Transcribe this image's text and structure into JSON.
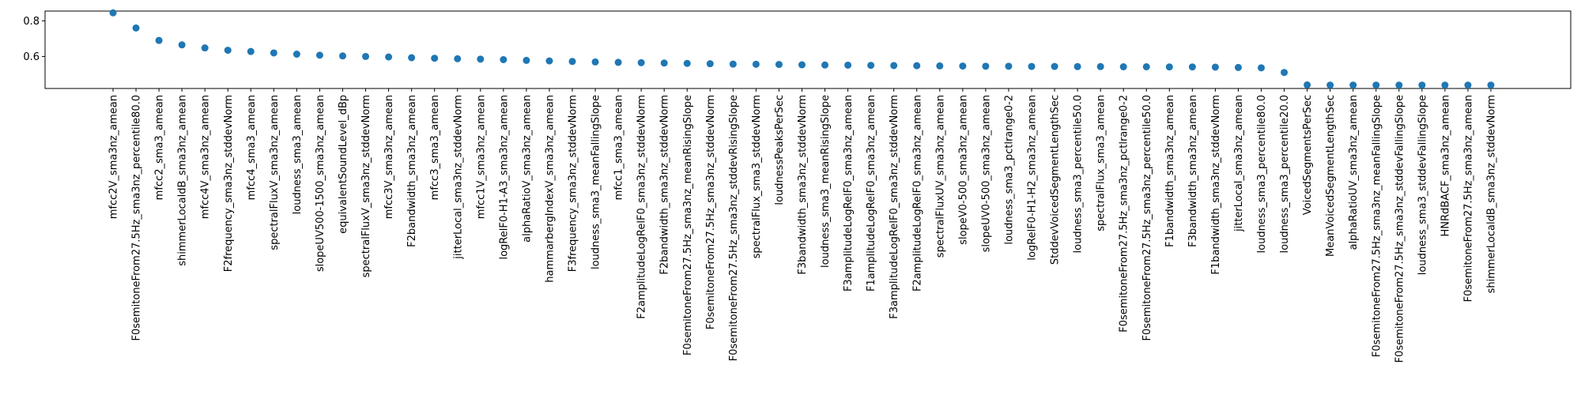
{
  "chart_data": {
    "type": "scatter",
    "title": "",
    "xlabel": "",
    "ylabel": "",
    "ylim": [
      0.42,
      0.855
    ],
    "yticks": [
      0.6,
      0.8
    ],
    "ytick_labels": [
      "0.6",
      "0.8"
    ],
    "grid": false,
    "marker_color": "#1f77b4",
    "categories": [
      "mfcc2V_sma3nz_amean",
      "F0semitoneFrom27.5Hz_sma3nz_percentile80.0",
      "mfcc2_sma3_amean",
      "shimmerLocaldB_sma3nz_amean",
      "mfcc4V_sma3nz_amean",
      "F2frequency_sma3nz_stddevNorm",
      "mfcc4_sma3_amean",
      "spectralFluxV_sma3nz_amean",
      "loudness_sma3_amean",
      "slopeUV500-1500_sma3nz_amean",
      "equivalentSoundLevel_dBp",
      "spectralFluxV_sma3nz_stddevNorm",
      "mfcc3V_sma3nz_amean",
      "F2bandwidth_sma3nz_amean",
      "mfcc3_sma3_amean",
      "jitterLocal_sma3nz_stddevNorm",
      "mfcc1V_sma3nz_amean",
      "logRelF0-H1-A3_sma3nz_amean",
      "alphaRatioV_sma3nz_amean",
      "hammarbergIndexV_sma3nz_amean",
      "F3frequency_sma3nz_stddevNorm",
      "loudness_sma3_meanFallingSlope",
      "mfcc1_sma3_amean",
      "F2amplitudeLogRelF0_sma3nz_stddevNorm",
      "F2bandwidth_sma3nz_stddevNorm",
      "F0semitoneFrom27.5Hz_sma3nz_meanRisingSlope",
      "F0semitoneFrom27.5Hz_sma3nz_stddevNorm",
      "F0semitoneFrom27.5Hz_sma3nz_stddevRisingSlope",
      "spectralFlux_sma3_stddevNorm",
      "loudnessPeaksPerSec",
      "F3bandwidth_sma3nz_stddevNorm",
      "loudness_sma3_meanRisingSlope",
      "F3amplitudeLogRelF0_sma3nz_amean",
      "F1amplitudeLogRelF0_sma3nz_amean",
      "F3amplitudeLogRelF0_sma3nz_stddevNorm",
      "F2amplitudeLogRelF0_sma3nz_amean",
      "spectralFluxUV_sma3nz_amean",
      "slopeV0-500_sma3nz_amean",
      "slopeUV0-500_sma3nz_amean",
      "loudness_sma3_pctlrange0-2",
      "logRelF0-H1-H2_sma3nz_amean",
      "StddevVoicedSegmentLengthSec",
      "loudness_sma3_percentile50.0",
      "spectralFlux_sma3_amean",
      "F0semitoneFrom27.5Hz_sma3nz_pctlrange0-2",
      "F0semitoneFrom27.5Hz_sma3nz_percentile50.0",
      "F1bandwidth_sma3nz_amean",
      "F3bandwidth_sma3nz_amean",
      "F1bandwidth_sma3nz_stddevNorm",
      "jitterLocal_sma3nz_amean",
      "loudness_sma3_percentile80.0",
      "loudness_sma3_percentile20.0",
      "VoicedSegmentsPerSec",
      "MeanVoicedSegmentLengthSec",
      "alphaRatioUV_sma3nz_amean",
      "F0semitoneFrom27.5Hz_sma3nz_meanFallingSlope",
      "F0semitoneFrom27.5Hz_sma3nz_stddevFallingSlope",
      "loudness_sma3_stddevFallingSlope",
      "HNRdBACF_sma3nz_amean",
      "F0semitoneFrom27.5Hz_sma3nz_amean",
      "shimmerLocaldB_sma3nz_stddevNorm"
    ],
    "values": [
      0.845,
      0.76,
      0.69,
      0.665,
      0.648,
      0.635,
      0.628,
      0.62,
      0.613,
      0.607,
      0.603,
      0.6,
      0.597,
      0.593,
      0.59,
      0.587,
      0.585,
      0.582,
      0.578,
      0.575,
      0.572,
      0.569,
      0.567,
      0.565,
      0.563,
      0.561,
      0.559,
      0.557,
      0.556,
      0.555,
      0.553,
      0.552,
      0.551,
      0.55,
      0.549,
      0.548,
      0.547,
      0.546,
      0.545,
      0.545,
      0.544,
      0.544,
      0.543,
      0.543,
      0.542,
      0.542,
      0.541,
      0.541,
      0.54,
      0.538,
      0.536,
      0.51,
      0.44,
      0.439,
      0.439,
      0.439,
      0.439,
      0.439,
      0.439,
      0.439,
      0.439
    ]
  }
}
